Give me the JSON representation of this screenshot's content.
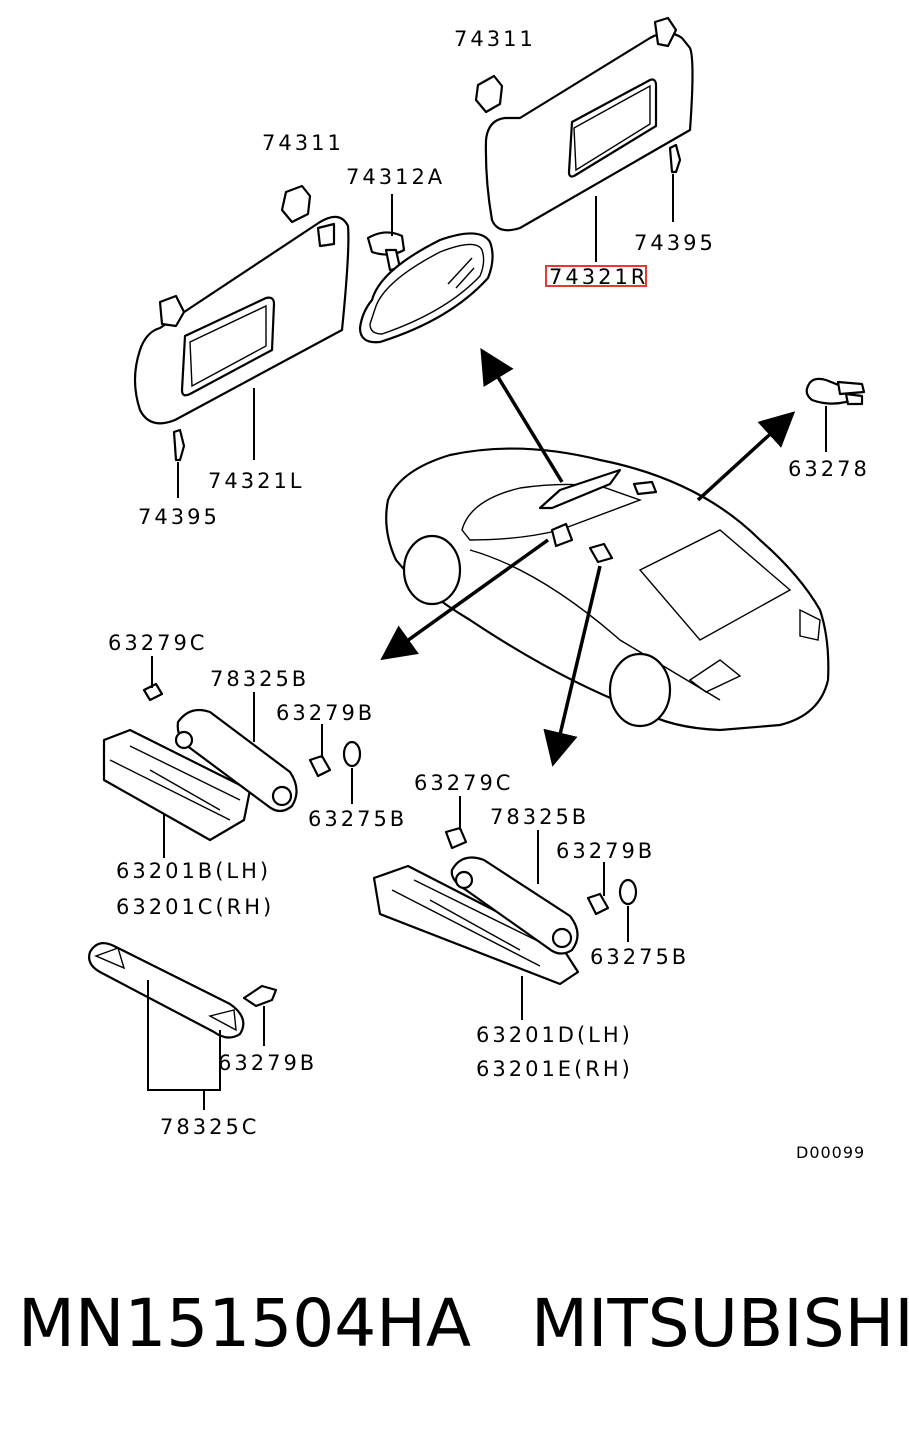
{
  "labels": {
    "l_74311_right": "74311",
    "l_74311_left": "74311",
    "l_74312A": "74312A",
    "l_74395_right": "74395",
    "l_74321R": "74321R",
    "l_74321L": "74321L",
    "l_74395_left": "74395",
    "l_63278": "63278",
    "l_63279C_left": "63279C",
    "l_78325B_left": "78325B",
    "l_63279B_left": "63279B",
    "l_63275B_left": "63275B",
    "l_63201B": "63201B(LH)",
    "l_63201C": "63201C(RH)",
    "l_63279C_right": "63279C",
    "l_78325B_right": "78325B",
    "l_63279B_right": "63279B",
    "l_63275B_right": "63275B",
    "l_63201D": "63201D(LH)",
    "l_63201E": "63201E(RH)",
    "l_63279B_bottom": "63279B",
    "l_78325C": "78325C",
    "diagram_code": "D00099"
  },
  "highlight_color": "#e53935",
  "footer": {
    "part_number": "MN151504HA",
    "brand": "MITSUBISHI"
  }
}
